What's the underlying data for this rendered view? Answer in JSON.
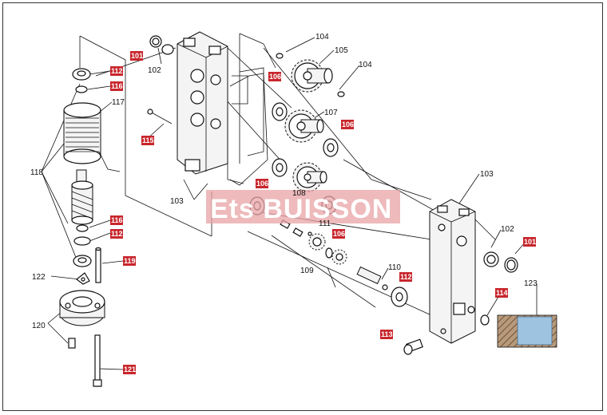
{
  "watermark": "Ets BUISSON",
  "accent_color": "#c8262c",
  "labels": {
    "l101a": "101",
    "l102a": "102",
    "l104a": "104",
    "l105": "105",
    "l104b": "104",
    "l112a": "112",
    "l116a": "116",
    "l117": "117",
    "l106a": "106",
    "l107": "107",
    "l106b": "106",
    "l115": "115",
    "l118": "118",
    "l103a": "103",
    "l106c": "106",
    "l108": "108",
    "l103b": "103",
    "l116b": "116",
    "l112b": "112",
    "l111": "111",
    "l106d": "106",
    "l102b": "102",
    "l101b": "101",
    "l119": "119",
    "l122": "122",
    "l110": "110",
    "l109": "109",
    "l112c": "112",
    "l123": "123",
    "l114": "114",
    "l120": "120",
    "l113": "113",
    "l121": "121"
  }
}
